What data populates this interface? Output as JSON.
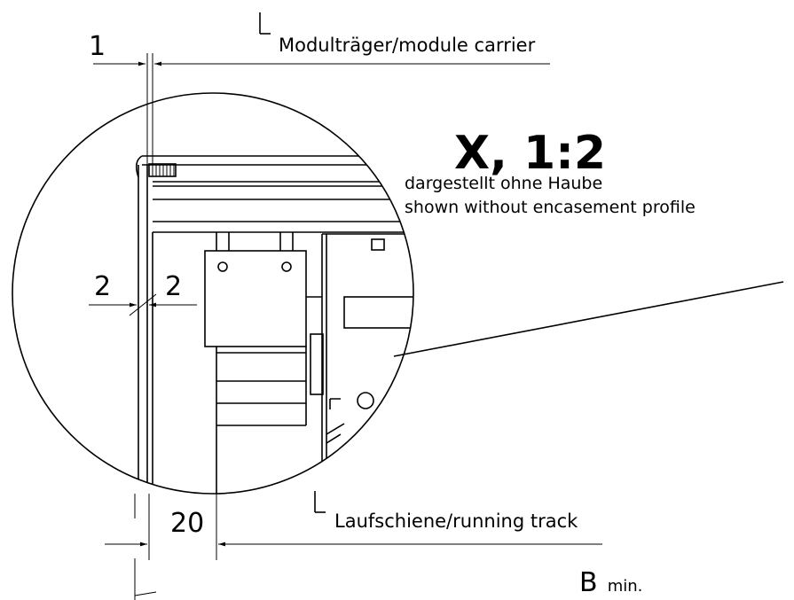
{
  "labels": {
    "dim_top": "1",
    "module_carrier": "Modulträger/module carrier",
    "detail_title": "X, 1:2",
    "note_de": "dargestellt ohne Haube",
    "note_en": "shown without encasement profile",
    "dim_left_a": "2",
    "dim_left_b": "2",
    "dim_bottom": "20",
    "running_track": "Laufschiene/running track",
    "b_min_main": "B",
    "b_min_sub": "min."
  }
}
